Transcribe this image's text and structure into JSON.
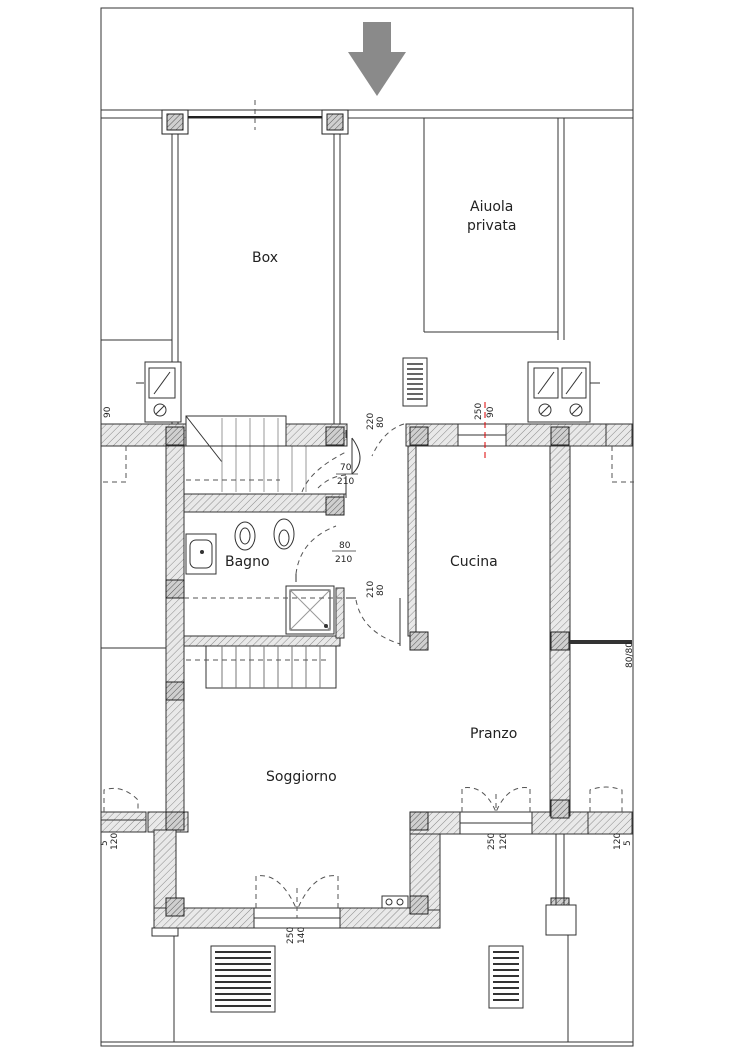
{
  "rooms": {
    "box": "Box",
    "aiuola": "Aiuola",
    "privata": "privata",
    "bagno": "Bagno",
    "cucina": "Cucina",
    "pranzo": "Pranzo",
    "soggiorno": "Soggiorno"
  },
  "dimensions": {
    "door_box_top": "80",
    "door_box_bottom": "220",
    "door_hall_top": "70",
    "door_hall_bottom": "210",
    "door_bagno_top": "80",
    "door_bagno_bottom": "210",
    "door_cucina_top": "80",
    "door_cucina_bottom": "210",
    "window_cucina_top": "90",
    "window_cucina_bottom": "250",
    "left_window": "90",
    "right_side": "80/80",
    "left_bottom_top": "120",
    "left_bottom_bottom": "5",
    "pranzo_window_top": "120",
    "pranzo_window_bottom": "250",
    "right_bottom_top": "120",
    "right_bottom_bottom": "5",
    "entrance_top": "140",
    "entrance_bottom": "250"
  },
  "colors": {
    "line": "#333333",
    "hatch": "#888888",
    "arrow": "#8a8a8a"
  },
  "icons": {
    "entry_arrow": "arrow-down-icon"
  }
}
